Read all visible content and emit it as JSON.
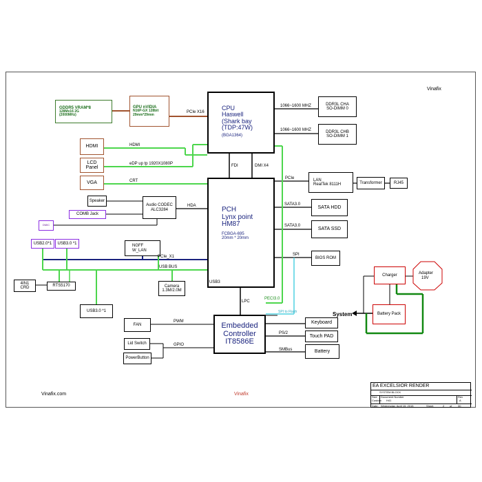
{
  "watermark": {
    "top": "Vinafix",
    "bottom_left": "Vinafix.com",
    "bottom_center": "Vinafix"
  },
  "blocks": {
    "gddr5": {
      "l1": "GDDR5 VRAM*8",
      "l2": "128Mx16 2G",
      "l3": "(2000MHz)"
    },
    "gpu": {
      "l1": "GPU nVIDIA",
      "l2": "N16P-GX 128bit",
      "l3": "29mm*29mm"
    },
    "cpu": {
      "l1": "CPU",
      "l2": "Haswell",
      "l3": "(Shark bay",
      "l4": "(TDP:47W)",
      "l5": "(BGA1364)"
    },
    "ddr_a": {
      "l1": "DDR3L CHA",
      "l2": "SO-DIMM 0"
    },
    "ddr_b": {
      "l1": "DDR3L CHB",
      "l2": "SO-DIMM 1"
    },
    "hdmi": "HDMI",
    "lcd": "LCD Panel",
    "vga": "VGA",
    "pch": {
      "l1": "PCH",
      "l2": "Lynx point",
      "l3": "HM87",
      "l4": "FCBGA-695",
      "l5": "20mm * 20mm"
    },
    "lan": {
      "l1": "LAN",
      "l2": "RealTek 8111H"
    },
    "transformer": "Transformer",
    "rj45": "RJ45",
    "speaker": "Speaker",
    "comb": "COMB Jack",
    "dmic": "DMIC",
    "codec": {
      "l1": "Audio CODEC",
      "l2": "ALC3284"
    },
    "sata_hdd": "SATA HDD",
    "sata_ssd": "SATA SSD",
    "bios": "BIOS ROM",
    "usb2": "USB2.0*1",
    "usb3a": "USB3.0 *1",
    "usb3b": "USB3.0 *1",
    "ngff": {
      "l1": "NGFF",
      "l2": "W_LAN"
    },
    "crd": {
      "l1": "4IN1",
      "l2": "CRD"
    },
    "rts": "RTS5170",
    "camera": {
      "l1": "Camera",
      "l2": "1.3M/2.0M"
    },
    "charger": "Charger",
    "adapter": {
      "l1": "Adapter",
      "l2": "19V"
    },
    "battery_pack": "Battery Pack",
    "fan": "FAN",
    "lid": "Lid Switch",
    "power": "PowerButton",
    "ec": {
      "l1": "Embedded",
      "l2": "Controller",
      "l3": "IT8586E"
    },
    "keyboard": "Keyboard",
    "touchpad": "Touch PAD",
    "battery": "Battery"
  },
  "signals": {
    "pcie_x16": "PCIe X16",
    "mhz_a": "1066~1600 MHZ",
    "mhz_b": "1066~1600 MHZ",
    "hdmi": "HDMI",
    "edp": "eDP up tp 1920X1080P",
    "crt": "CRT",
    "fdi": "FDI",
    "dmi": "DMI X4",
    "pcie": "PCIe",
    "hda": "HDA",
    "sata_a": "SATA3.0",
    "sata_b": "SATA3.0",
    "spi": "SPI",
    "pcie_x1": "PCIe_X1",
    "usb_bus": "USB BUS",
    "usb3": "USB3",
    "lpc": "LPC",
    "pecl": "PECI3.0",
    "spi_flash": "SPI to Flash",
    "system": "System",
    "pwm": "PWM",
    "gpio": "GPIO",
    "ps2": "PS/2",
    "smbus": "SMBus"
  },
  "title_block": {
    "title": "EA EXCELSIOR RENDER",
    "subtitle": "SYSTEM BLOCK",
    "size_label": "Size",
    "size_value": "Custom",
    "doc_label": "Document Number",
    "doc_value": "H41",
    "rev_label": "Rev",
    "rev_value": "A",
    "date_label": "Date:",
    "date_value": "Wednesday, April 15, 2015",
    "sheet_label": "Sheet",
    "sheet_value": "2",
    "of_label": "of",
    "of_value": "30"
  }
}
